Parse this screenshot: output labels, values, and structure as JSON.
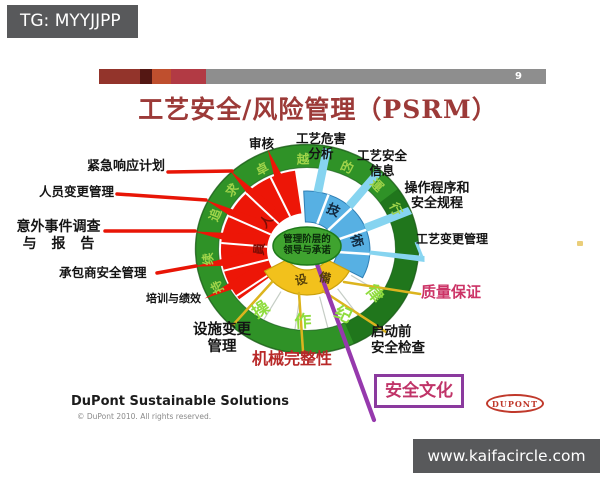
{
  "overlay": {
    "tg_badge": "TG: MYYJJPP",
    "watermark": "www.kaifacircle.com"
  },
  "slide": {
    "page_number": "9",
    "title": "工艺安全/风险管理（PSRM）",
    "accent_bar_colors": [
      "#93342b",
      "#541713",
      "#bf4f2e",
      "#b23a44",
      "#8e8e8e"
    ],
    "footer": {
      "brand": "DuPont Sustainable Solutions",
      "copyright": "© DuPont 2010. All rights reserved.",
      "logo_text": "DUPONT"
    }
  },
  "wheel": {
    "center": {
      "line1": "管理阶层的",
      "line2": "领导与承诺"
    },
    "ring_top": [
      "持",
      "续",
      "追",
      "求",
      "卓",
      "越",
      "的",
      "運",
      "行"
    ],
    "ring_bottom": [
      "操",
      "作",
      "纪",
      "律"
    ],
    "sector_personnel": [
      "人",
      "員"
    ],
    "sector_technology": [
      "技",
      "術"
    ],
    "sector_equipment": [
      "设",
      "備"
    ],
    "colors": {
      "ring_green": "#2f9227",
      "personnel_red": "#ed1607",
      "technology_blue": "#57b0e3",
      "equipment_yellow": "#f2c11c",
      "culture_purple": "#9639ad",
      "highlight_magenta": "#cc3366",
      "title_red": "#9c3a38",
      "watermark_gray": "#58595b"
    }
  },
  "labels": {
    "audit": {
      "text": "审核"
    },
    "process_hazard_analysis": {
      "line1": "工艺危害",
      "line2": "分析"
    },
    "process_safety_information": {
      "line1": "工艺安全",
      "line2": "信息"
    },
    "operating_procedures": {
      "line1": "操作程序和",
      "line2": "安全规程"
    },
    "process_change_management": {
      "text": "工艺变更管理"
    },
    "quality_assurance": {
      "text": "质量保证"
    },
    "pre_startup_safety_review": {
      "line1": "启动前",
      "line2": "安全检查"
    },
    "safety_culture": {
      "text": "安全文化"
    },
    "mechanical_integrity": {
      "text": "机械完整性"
    },
    "facility_change_management": {
      "line1": "设施变更",
      "line2": "管理"
    },
    "training_performance": {
      "text": "培训与绩效"
    },
    "contractor_safety": {
      "text": "承包商安全管理"
    },
    "incident_investigation": {
      "line1": "意外事件调查",
      "line2": "与 报 告"
    },
    "personnel_change_management": {
      "text": "人员变更管理"
    },
    "emergency_response": {
      "text": "紧急响应计划"
    }
  }
}
